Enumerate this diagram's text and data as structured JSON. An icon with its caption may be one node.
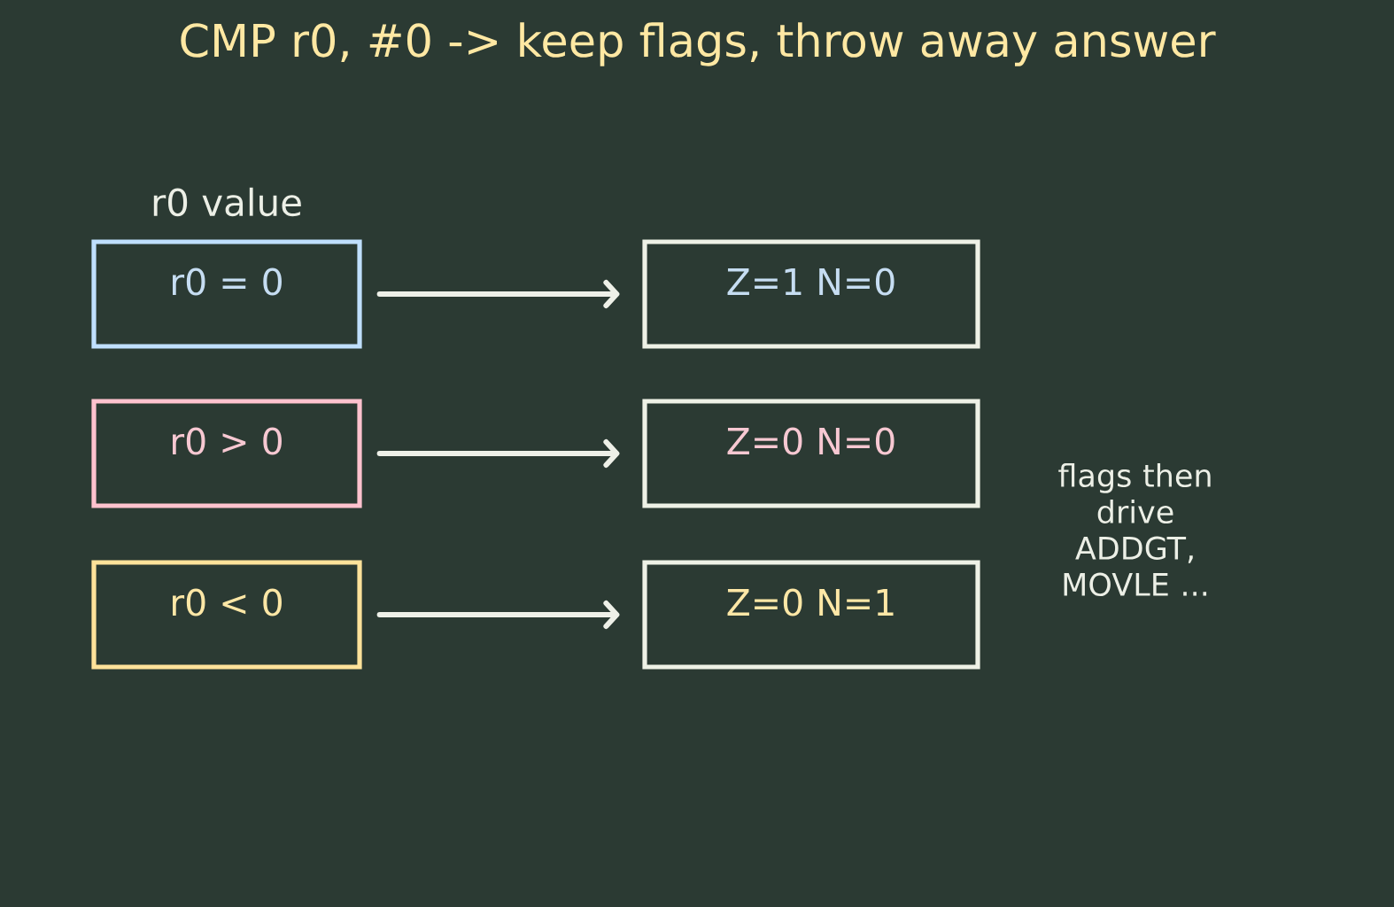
{
  "diagram": {
    "title": "CMP r0, #0 -> keep flags, throw away answer",
    "nodes": [
      {
        "text": [
          "r0 = 0"
        ]
      },
      {
        "text": [
          "Z=1 N=0"
        ]
      },
      {
        "text": [
          "r0 > 0"
        ]
      },
      {
        "text": [
          "Z=0 N=0"
        ]
      },
      {
        "text": [
          "r0 < 0"
        ]
      },
      {
        "text": [
          "Z=0 N=1"
        ]
      }
    ],
    "edges": [
      {
        "from": 0,
        "to": 1,
        "arrow": "to"
      },
      {
        "from": 2,
        "to": 3,
        "arrow": "to"
      },
      {
        "from": 4,
        "to": 5,
        "arrow": "to"
      }
    ],
    "labels": [
      "r0 value",
      "flags then drive ADDGT, MOVLE ..."
    ]
  }
}
